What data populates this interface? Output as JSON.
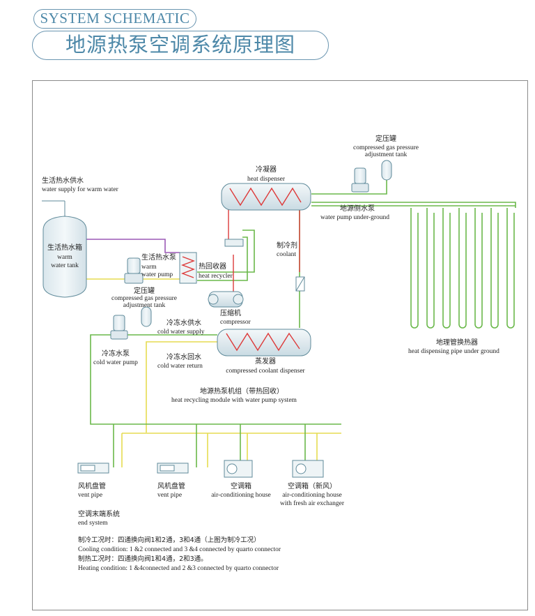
{
  "header": {
    "title_en": "SYSTEM SCHEMATIC",
    "title_cn": "地源热泵空调系统原理图"
  },
  "labels": {
    "warm_supply_cn": "生活热水供水",
    "warm_supply_en": "water supply for warm water",
    "warm_tank_cn": "生活热水箱",
    "warm_tank_en1": "warm",
    "warm_tank_en2": "water tank",
    "warm_pump_cn": "生活热水泵",
    "warm_pump_en1": "warm",
    "warm_pump_en2": "water pump",
    "recycler_cn": "热回收器",
    "recycler_en": "heat recycler",
    "tank2_cn": "定压罐",
    "tank2_en1": "compressed gas pressure",
    "tank2_en2": "adjustment tank",
    "condenser_cn": "冷凝器",
    "condenser_en": "heat dispenser",
    "tank1_cn": "定压罐",
    "tank1_en1": "compressed gas pressure",
    "tank1_en2": "adjustment tank",
    "ug_pump_cn": "地源侧水泵",
    "ug_pump_en": "water pump under-ground",
    "coolant_cn": "制冷剂",
    "coolant_en": "coolant",
    "compressor_cn": "压缩机",
    "compressor_en": "compressor",
    "cold_supply_cn": "冷冻水供水",
    "cold_supply_en": "cold water supply",
    "cold_return_cn": "冷冻水回水",
    "cold_return_en": "cold water return",
    "cold_pump_cn": "冷冻水泵",
    "cold_pump_en": "cold water pump",
    "evaporator_cn": "蒸发器",
    "evaporator_en": "compressed coolant dispenser",
    "ground_pipe_cn": "地理管换热器",
    "ground_pipe_en": "heat dispensing pipe under ground",
    "module_cn": "地源热泵机组（带热回收）",
    "module_en": "heat recycling module with water pump system",
    "vent1_cn": "风机盘管",
    "vent1_en": "vent pipe",
    "vent2_cn": "风机盘管",
    "vent2_en": "vent pipe",
    "ahu1_cn": "空调箱",
    "ahu1_en": "air-conditioning house",
    "ahu2_cn": "空调箱（新风）",
    "ahu2_en1": "air-conditioning house",
    "ahu2_en2": "with fresh air exchanger",
    "end_cn": "空调末端系统",
    "end_en": "end system"
  },
  "notes": {
    "cooling_cn": "制冷工况时：四通换向阀1和2通，3和4通（上图为制冷工况）",
    "cooling_en": "Cooling condition: 1 &2 connected and 3 &4 connected by quarto connector",
    "heating_cn": "制热工况时：四通换向阀1和4通，2和3通。",
    "heating_en": "Heating condition: 1 &4connected and 2 &3 connected by quarto connector"
  },
  "colors": {
    "green_pipe": "#6ab84a",
    "yellow_pipe": "#e6dc50",
    "red_pipe": "#dd3a3a",
    "purple_pipe": "#9b59b6",
    "equipment_fill": "#e8f0f3",
    "equipment_stroke": "#5f8a9a",
    "title_color": "#4d88a8"
  }
}
